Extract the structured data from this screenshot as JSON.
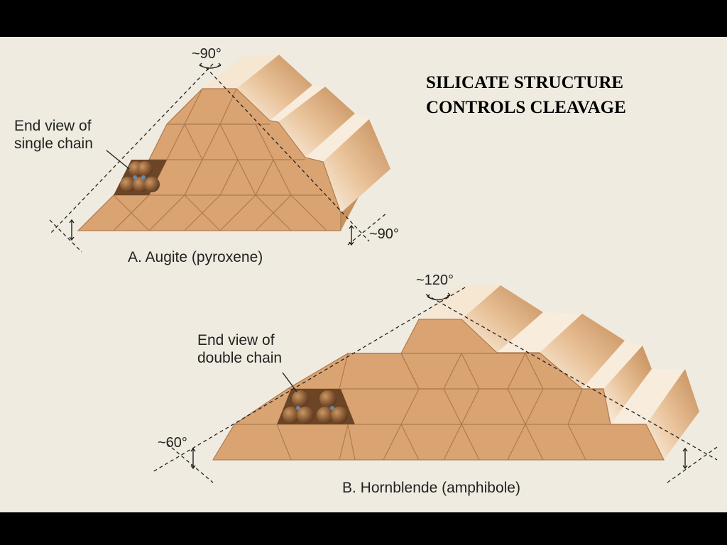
{
  "title": {
    "line1": "SILICATE STRUCTURE",
    "line2": "CONTROLS CLEAVAGE"
  },
  "diagram_a": {
    "caption": "A. Augite (pyroxene)",
    "chain_label_line1": "End view of",
    "chain_label_line2": "single chain",
    "angle_top": "~90°",
    "angle_right": "~90°"
  },
  "diagram_b": {
    "caption": "B. Hornblende (amphibole)",
    "chain_label_line1": "End view of",
    "chain_label_line2": "double chain",
    "angle_top": "~120°",
    "angle_left": "~60°"
  },
  "colors": {
    "background": "#000000",
    "panel": "#efebe0",
    "face": "#d9a472",
    "face_edge": "#b07a4e",
    "side_dark": "#c89460",
    "side_light": "#fbf2e6",
    "bead": "#8a5a34"
  }
}
